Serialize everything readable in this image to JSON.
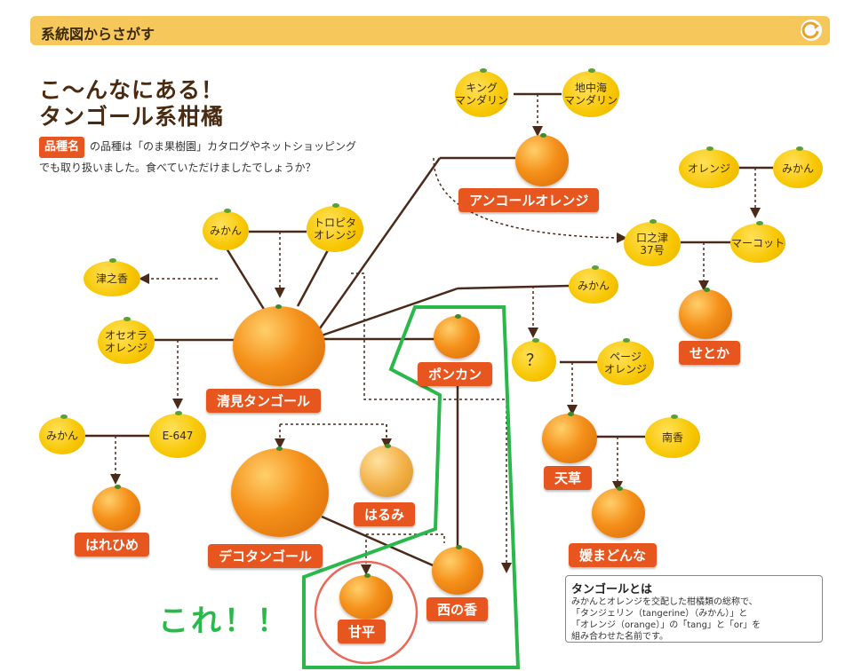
{
  "header": {
    "title": "系統図からさがす"
  },
  "headline": {
    "line1": "こ〜んなにある！",
    "line2": "タンゴール系柑橘"
  },
  "intro": {
    "tag": "品種名",
    "line1": "の品種は「のま果樹園」カタログやネットショッピング",
    "line2": "でも取り扱いました。食べていただけましたでしょうか？"
  },
  "parents": {
    "king": "キング\nマンダリン",
    "medi": "地中海\nマンダリン",
    "orange": "オレンジ",
    "mikan_tr": "みかん",
    "mikan_top": "みかん",
    "toropita": "トロピタ\nオレンジ",
    "tsunokaori": "津之香",
    "oseora": "オセオラ\nオレンジ",
    "mikan_mid": "みかん",
    "kuchinotsu": "口之津\n37号",
    "murcott": "マーコット",
    "question": "？",
    "page": "ページ\nオレンジ",
    "mikan_left": "みかん",
    "e647": "E-647",
    "nanko": "南香"
  },
  "varieties": {
    "ankor": "アンコールオレンジ",
    "kiyomi": "清見タンゴール",
    "ponkan": "ポンカン",
    "setoka": "せとか",
    "amakusa": "天草",
    "haruka": "はるみ",
    "dekopon": "デコタンゴール",
    "hare": "はれひめ",
    "nishi": "西の香",
    "kanpei": "甘平",
    "ehime": "媛まどんな"
  },
  "desc": {
    "title": "タンゴールとは",
    "line1": "みかんとオレンジを交配した柑橘類の総称で、",
    "line2": "「タンジェリン（tangerine）（みかん）」と",
    "line3": "「オレンジ（orange）」の「tang」と「or」を",
    "line4": "組み合わせた名前です。"
  },
  "callout": {
    "text": "これ！！"
  },
  "colors": {
    "accent": "#e8561f",
    "header": "#f6c85b",
    "highlight": "#2bb84a",
    "circle": "#e86a5a"
  }
}
